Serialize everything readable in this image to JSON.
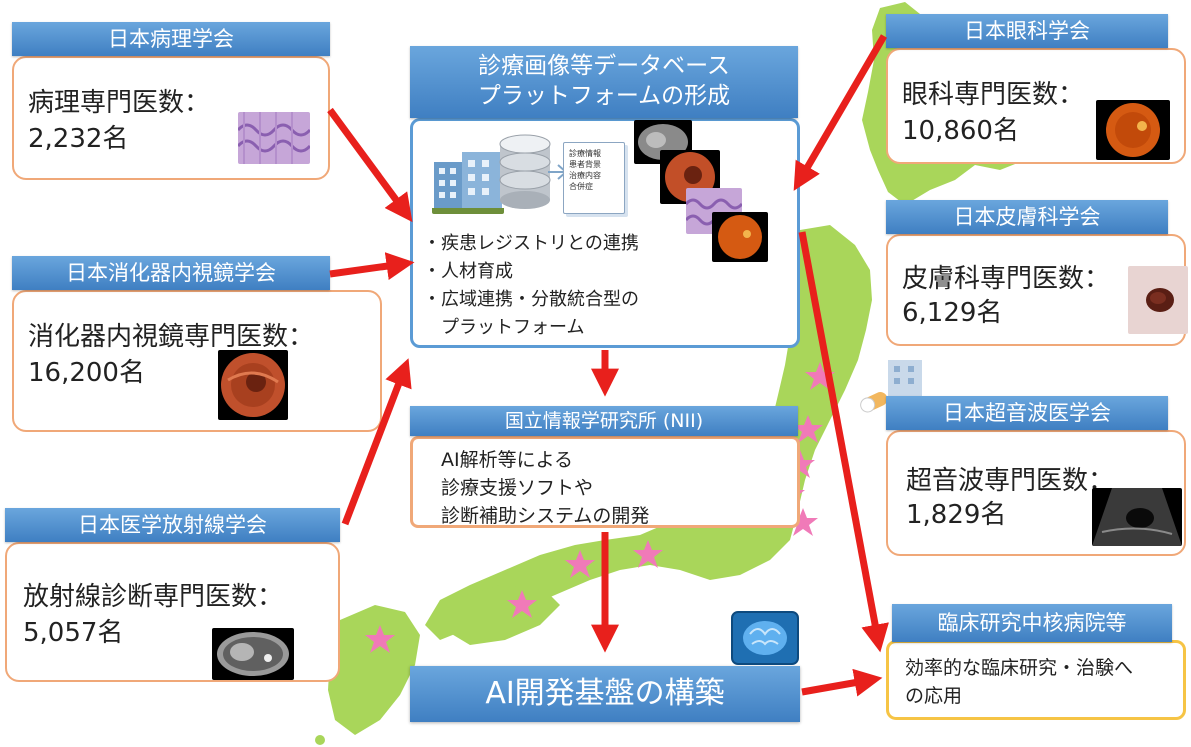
{
  "pathology": {
    "society": "日本病理学会",
    "label": "病理専門医数：",
    "count": "2,232名"
  },
  "endoscopy": {
    "society": "日本消化器内視鏡学会",
    "label": "消化器内視鏡専門医数：",
    "count": "16,200名"
  },
  "radiology": {
    "society": "日本医学放射線学会",
    "label": "放射線診断専門医数：",
    "count": "5,057名"
  },
  "ophthalmology": {
    "society": "日本眼科学会",
    "label": "眼科専門医数：",
    "count": "10,860名"
  },
  "dermatology": {
    "society": "日本皮膚科学会",
    "label": "皮膚科専門医数：",
    "count": "6,129名"
  },
  "ultrasound": {
    "society": "日本超音波医学会",
    "label": "超音波専門医数：",
    "count": "1,829名"
  },
  "platform": {
    "title_line1": "診療画像等データベース",
    "title_line2": "プラットフォームの形成",
    "doc_lines": [
      "診療情報",
      "患者背景",
      "治療内容",
      "合併症"
    ],
    "bullets": [
      "・疾患レジストリとの連携",
      "・人材育成",
      "・広域連携・分散統合型の",
      "　プラットフォーム"
    ]
  },
  "nii": {
    "title": "国立情報学研究所 (NII)",
    "lines": [
      "AI解析等による",
      "診療支援ソフトや",
      "診断補助システムの開発"
    ]
  },
  "ai_platform": {
    "title": "AI開発基盤の構築"
  },
  "clinical": {
    "title": "臨床研究中核病院等",
    "lines": [
      "効率的な臨床研究・治験へ",
      "の応用"
    ]
  },
  "colors": {
    "header_blue": "#4a8bcb",
    "map_green": "#a9d65a",
    "arrow_red": "#e8201c",
    "star_pink": "#f07ab8",
    "box_orange": "#f0a878",
    "clinic_yellow": "#f6c445"
  },
  "icons": [
    "hospital-building-icon",
    "database-cylinder-icon",
    "document-icon",
    "brain-ai-icon",
    "pill-icon",
    "star-icon"
  ]
}
